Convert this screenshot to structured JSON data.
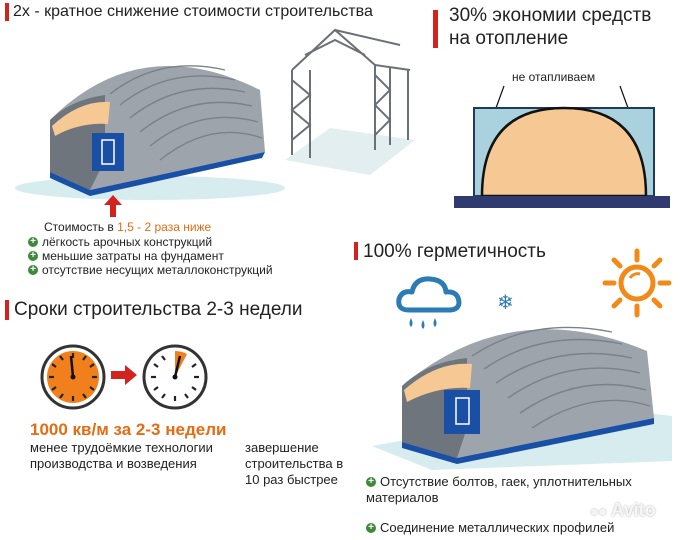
{
  "top_left": {
    "title": "2х - кратное снижение стоимости строительства",
    "cost_prefix": "Стоимость в ",
    "cost_highlight": "1,5 - 2 раза ниже",
    "bullets": [
      "лёгкость арочных конструкций",
      "меньшие затраты на фундамент",
      "отсутствие несущих металлоконструкций"
    ]
  },
  "top_right": {
    "title": "30% экономии средств на отопление",
    "diagram_label": "не отапливаем"
  },
  "middle_left": {
    "title": "Сроки строительства 2-3 недели",
    "highlight": "1000 кв/м за 2-3 недели",
    "left_text": "менее трудоёмкие технологии производства и возведения",
    "right_text": "завершение строительства в 10 раз быстрее"
  },
  "middle_right": {
    "title": "100% герметичность",
    "bullets": [
      "Отсутствие болтов, гаек, уплотнительных материалов",
      "Соединение металлических профилей"
    ]
  },
  "watermark": "Avito",
  "colors": {
    "accent_red": "#d4231e",
    "orange": "#e46c12",
    "green_plus": "#3d8a3a",
    "door_blue": "#1a4fa6",
    "sky_blue": "#2b7bb5",
    "sun_orange": "#f28a1a"
  }
}
